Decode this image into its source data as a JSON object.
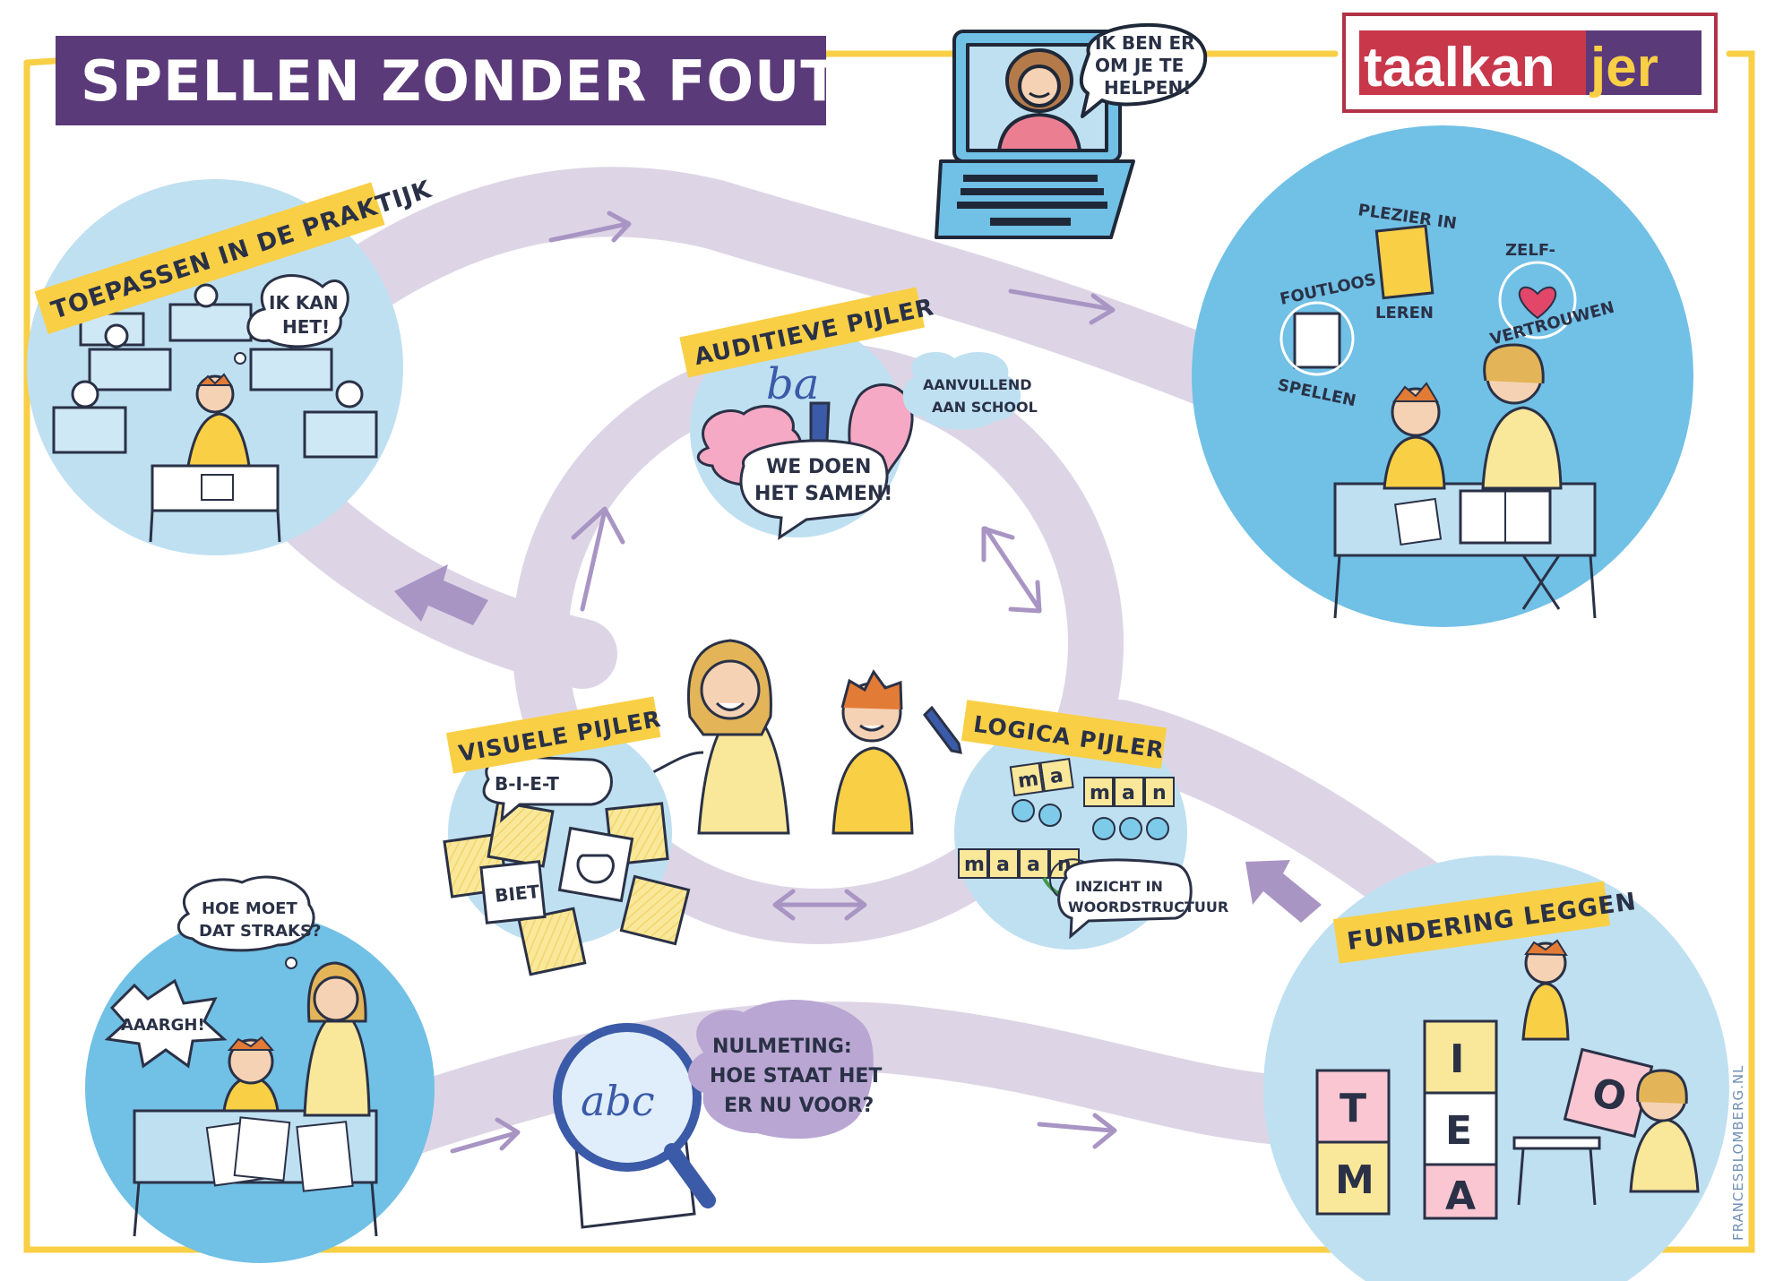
{
  "title": "SPELLEN ZONDER FOUTEN",
  "logo": {
    "part1": "taalkan",
    "part2": "jer"
  },
  "colors": {
    "purple": "#5b3a7a",
    "yellow": "#f9cf45",
    "path": "#ddd5e6",
    "arrow": "#a995c4",
    "circle_light": "#bfe0f1",
    "circle_mid": "#71c0e6",
    "red": "#c8374a"
  },
  "laptop": {
    "speech": [
      "IK BEN ER",
      "OM JE TE",
      "HELPEN!"
    ]
  },
  "stages": {
    "toepassen": {
      "label": "TOEPASSEN IN DE PRAKTIJK",
      "speech": [
        "IK KAN",
        "HET!"
      ]
    },
    "resultaat": {
      "plezier": [
        "PLEZIER IN",
        "LEREN"
      ],
      "zelfvertrouwen": [
        "ZELF-",
        "VERTROUWEN"
      ],
      "foutloos": [
        "FOUTLOOS",
        "SPELLEN"
      ]
    },
    "auditieve": {
      "label": "AUDITIEVE PIJLER",
      "cloud": [
        "AANVULLEND",
        "AAN SCHOOL"
      ],
      "letters": "ba"
    },
    "center": {
      "speech": [
        "WE DOEN",
        "HET SAMEN!"
      ]
    },
    "visuele": {
      "label": "VISUELE PIJLER",
      "speech": "B-I-E-T",
      "card": "BIET"
    },
    "logica": {
      "label": "LOGICA PIJLER",
      "tiles": {
        "ma": [
          "m",
          "a"
        ],
        "man": [
          "m",
          "a",
          "n"
        ],
        "maan": [
          "m",
          "a",
          "a",
          "n"
        ]
      },
      "speech": [
        "INZICHT IN",
        "WOORDSTRUCTUUR"
      ]
    },
    "start": {
      "speech": [
        "HOE MOET",
        "DAT STRAKS?"
      ],
      "shout": "AAARGH!"
    },
    "nulmeting": {
      "cloud": [
        "NULMETING:",
        "HOE STAAT HET",
        "ER NU VOOR?"
      ],
      "letters": "abc"
    },
    "fundering": {
      "label": "FUNDERING LEGGEN",
      "blocks": [
        "T",
        "M",
        "I",
        "E",
        "A",
        "O"
      ]
    }
  },
  "credit": "FRANCESBLOMBERG.NL"
}
